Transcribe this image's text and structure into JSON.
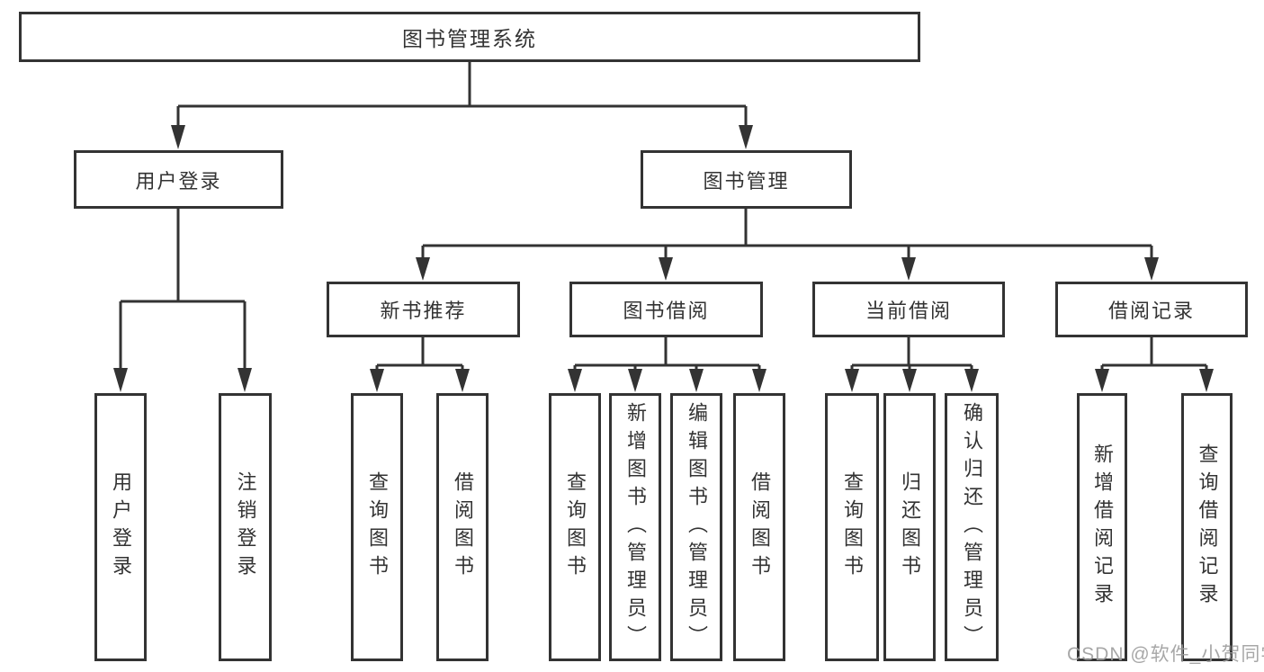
{
  "tree": {
    "root": {
      "label": "图书管理系统"
    },
    "user_login": {
      "label": "用户登录",
      "leaves": [
        {
          "label": "用户登录"
        },
        {
          "label": "注销登录"
        }
      ]
    },
    "book_management": {
      "label": "图书管理",
      "groups": [
        {
          "label": "新书推荐",
          "leaves": [
            {
              "label": "查询图书"
            },
            {
              "label": "借阅图书"
            }
          ]
        },
        {
          "label": "图书借阅",
          "leaves": [
            {
              "label": "查询图书"
            },
            {
              "label": "新增图书（管理员）"
            },
            {
              "label": "编辑图书（管理员）"
            },
            {
              "label": "借阅图书"
            }
          ]
        },
        {
          "label": "当前借阅",
          "leaves": [
            {
              "label": "查询图书"
            },
            {
              "label": "归还图书"
            },
            {
              "label": "确认归还（管理员）"
            }
          ]
        },
        {
          "label": "借阅记录",
          "leaves": [
            {
              "label": "新增借阅记录"
            },
            {
              "label": "查询借阅记录"
            }
          ]
        }
      ]
    }
  },
  "watermark": {
    "text": "CSDN @软件_小贺同学"
  },
  "colors": {
    "line": "#333333",
    "text": "#333333",
    "watermark": "#9e9e9e"
  }
}
